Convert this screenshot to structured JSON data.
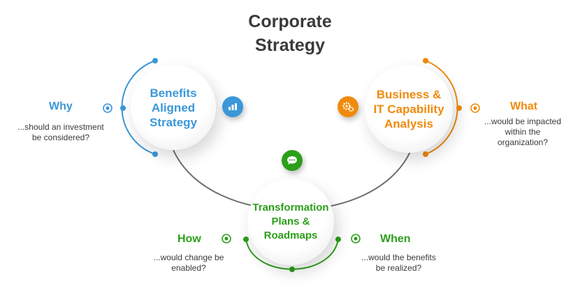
{
  "title_line1": "Corporate",
  "title_line2": "Strategy",
  "colors": {
    "blue": "#3b97d8",
    "orange": "#f08a0c",
    "green": "#2c9f1a",
    "gray": "#6f6f6f"
  },
  "nodes": {
    "blue": {
      "lines": [
        "Benefits",
        "Aligned",
        "Strategy"
      ],
      "icon": "bar-chart-icon"
    },
    "orange": {
      "lines": [
        "Business &",
        "IT Capability",
        "Analysis"
      ],
      "icon": "gears-icon"
    },
    "green": {
      "lines": [
        "Transformation",
        "Plans &",
        "Roadmaps"
      ],
      "icon": "chat-bubble-icon"
    }
  },
  "questions": {
    "why": {
      "label": "Why",
      "lines": [
        "...should an investment",
        "be considered?"
      ]
    },
    "what": {
      "label": "What",
      "lines": [
        "...would be impacted",
        "within the",
        "organization?"
      ]
    },
    "how": {
      "label": "How",
      "lines": [
        "...would change be",
        "enabled?"
      ]
    },
    "when": {
      "label": "When",
      "lines": [
        "...would the benefits",
        "be realized?"
      ]
    }
  }
}
